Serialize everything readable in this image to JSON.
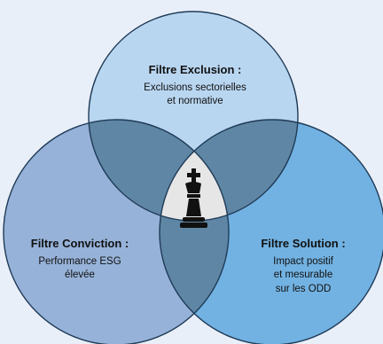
{
  "colors": {
    "background": "#e9eff9",
    "top_circle": "#b9d6f1",
    "left_circle": "#96b2d8",
    "right_circle": "#72b2e2",
    "overlap": "#5f86a4",
    "center": "#e6e6e6",
    "stroke": "#1f3b57"
  },
  "circles": {
    "top": {
      "title": "Filtre Exclusion :",
      "lines": [
        "Exclusions sectorielles",
        "et normative"
      ]
    },
    "left": {
      "title": "Filtre Conviction :",
      "lines": [
        "Performance ESG",
        "élevée"
      ]
    },
    "right": {
      "title": "Filtre Solution :",
      "lines": [
        "Impact positif",
        "et mesurable",
        "sur les ODD"
      ]
    }
  },
  "center_icon": "chess-king-icon"
}
